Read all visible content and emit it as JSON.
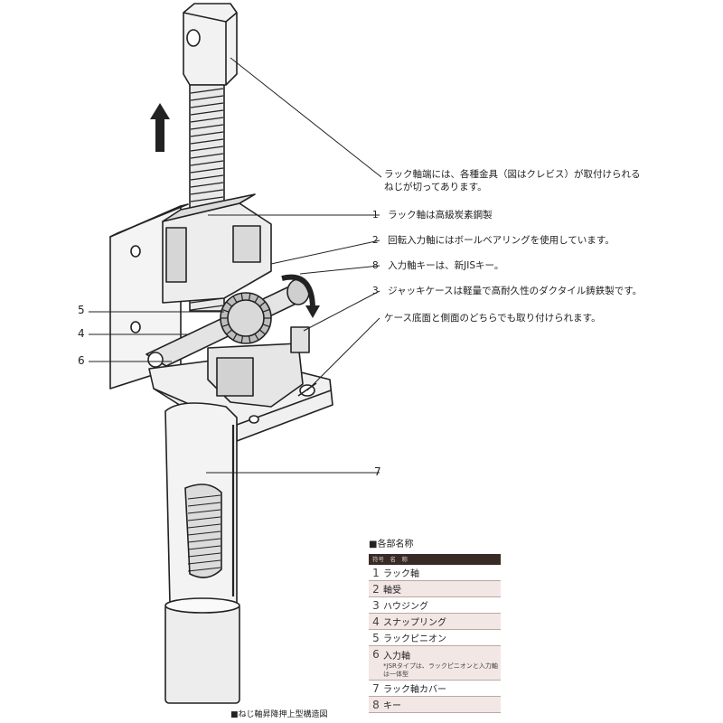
{
  "callouts": {
    "top_line1": "ラック軸端には、各種金具（図はクレビス）が取付けられる",
    "top_line2": "ねじが切ってあります。",
    "c1": "1　ラック軸は高級炭素鋼製",
    "c2": "2　回転入力軸にはボールベアリングを使用しています。",
    "c8": "8　入力軸キーは、新JISキー。",
    "c3": "3　ジャッキケースは軽量で高耐久性のダクタイル鋳鉄製です。",
    "c_case": "ケース底面と側面のどちらでも取り付けられます。"
  },
  "left_numbers": {
    "n5": "5",
    "n4": "4",
    "n6": "6"
  },
  "number_7": "7",
  "parts": {
    "title": "■各部名称",
    "header": "符号　名　称",
    "rows": [
      {
        "no": "1",
        "name": "ラック軸"
      },
      {
        "no": "2",
        "name": "軸受"
      },
      {
        "no": "3",
        "name": "ハウジング"
      },
      {
        "no": "4",
        "name": "スナップリング"
      },
      {
        "no": "5",
        "name": "ラックピニオン"
      },
      {
        "no": "6",
        "name": "入力軸",
        "note": "*JSRタイプは、ラックピニオンと入力軸は一体型"
      },
      {
        "no": "7",
        "name": "ラック軸カバー"
      },
      {
        "no": "8",
        "name": "キー"
      }
    ]
  },
  "caption": "■ねじ軸昇降押上型構造図",
  "colors": {
    "ink": "#222222",
    "shade": "#f2e7e4",
    "header": "#3a2a26",
    "metal_light": "#ececec",
    "metal_mid": "#cfcfcf"
  }
}
